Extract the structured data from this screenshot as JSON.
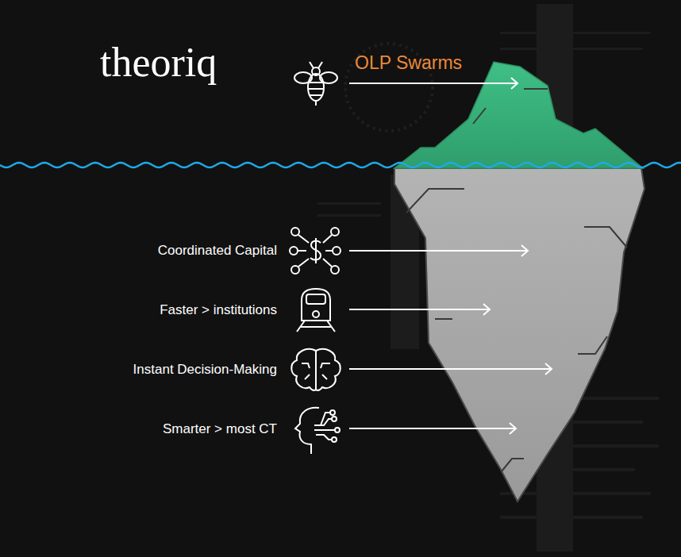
{
  "diagram": {
    "labels": [
      "theoriq",
      "OLP Swarms",
      "Coordinated Capital",
      "Faster > institutions",
      "Instant Decision-Making",
      "Smarter > most CT"
    ]
  }
}
